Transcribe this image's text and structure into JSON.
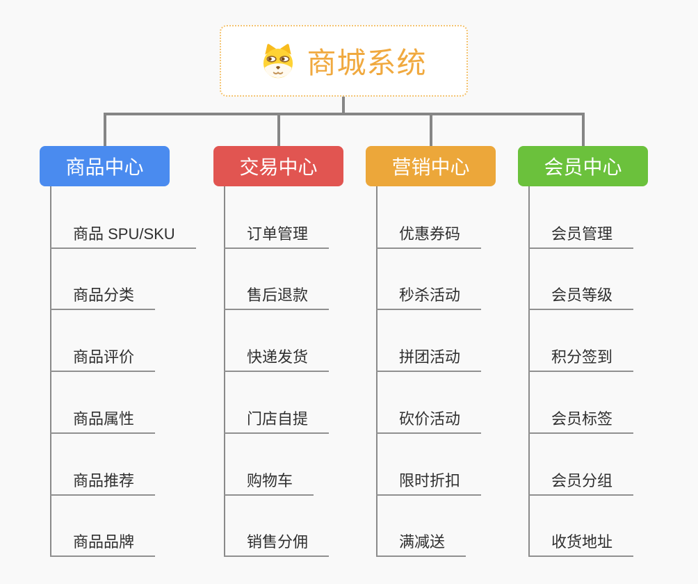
{
  "root": {
    "title": "商城系统",
    "icon": "doge-icon"
  },
  "colors": {
    "background": "#f9f9f9",
    "connector": "#868686",
    "underline": "#909090",
    "root_border": "#f4c36f",
    "root_text": "#f0a93f",
    "header_text": "#ffffff",
    "leaf_text": "#2f2f2f"
  },
  "branches": [
    {
      "label": "商品中心",
      "color": "#4a8bef",
      "items": [
        "商品 SPU/SKU",
        "商品分类",
        "商品评价",
        "商品属性",
        "商品推荐",
        "商品品牌"
      ]
    },
    {
      "label": "交易中心",
      "color": "#e15551",
      "items": [
        "订单管理",
        "售后退款",
        "快递发货",
        "门店自提",
        "购物车",
        "销售分佣"
      ]
    },
    {
      "label": "营销中心",
      "color": "#eca73a",
      "items": [
        "优惠券码",
        "秒杀活动",
        "拼团活动",
        "砍价活动",
        "限时折扣",
        "满减送"
      ]
    },
    {
      "label": "会员中心",
      "color": "#6bc13c",
      "items": [
        "会员管理",
        "会员等级",
        "积分签到",
        "会员标签",
        "会员分组",
        "收货地址"
      ]
    }
  ]
}
